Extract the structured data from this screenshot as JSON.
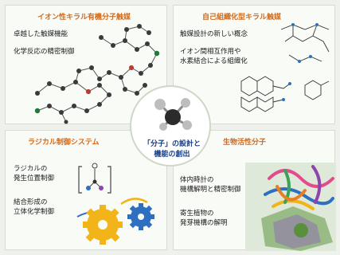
{
  "center": {
    "line1": "「分子」の設計と",
    "line2": "機能の創出"
  },
  "top_left": {
    "title": "イオン性キラル有機分子触媒",
    "lines": [
      "卓越した触媒機能",
      "化学反応の精密制御"
    ]
  },
  "top_right": {
    "title": "自己組織化型キラル触媒",
    "lines": [
      "触媒設計の新しい概念",
      "イオン間相互作用や",
      "水素結合による組織化"
    ]
  },
  "bottom_left": {
    "title": "ラジカル制御システム",
    "lines": [
      "ラジカルの",
      "発生位置制御",
      "結合形成の",
      "立体化学制御"
    ]
  },
  "bottom_right": {
    "title": "生物活性分子",
    "lines": [
      "体内時計の",
      "機構解明と精密制御",
      "寄生植物の",
      "発芽機構の解明"
    ]
  },
  "colors": {
    "title": "#d26b1c",
    "center_text": "#163c8a",
    "gear_yellow": "#f2b419",
    "gear_blue": "#2f6fc0"
  }
}
